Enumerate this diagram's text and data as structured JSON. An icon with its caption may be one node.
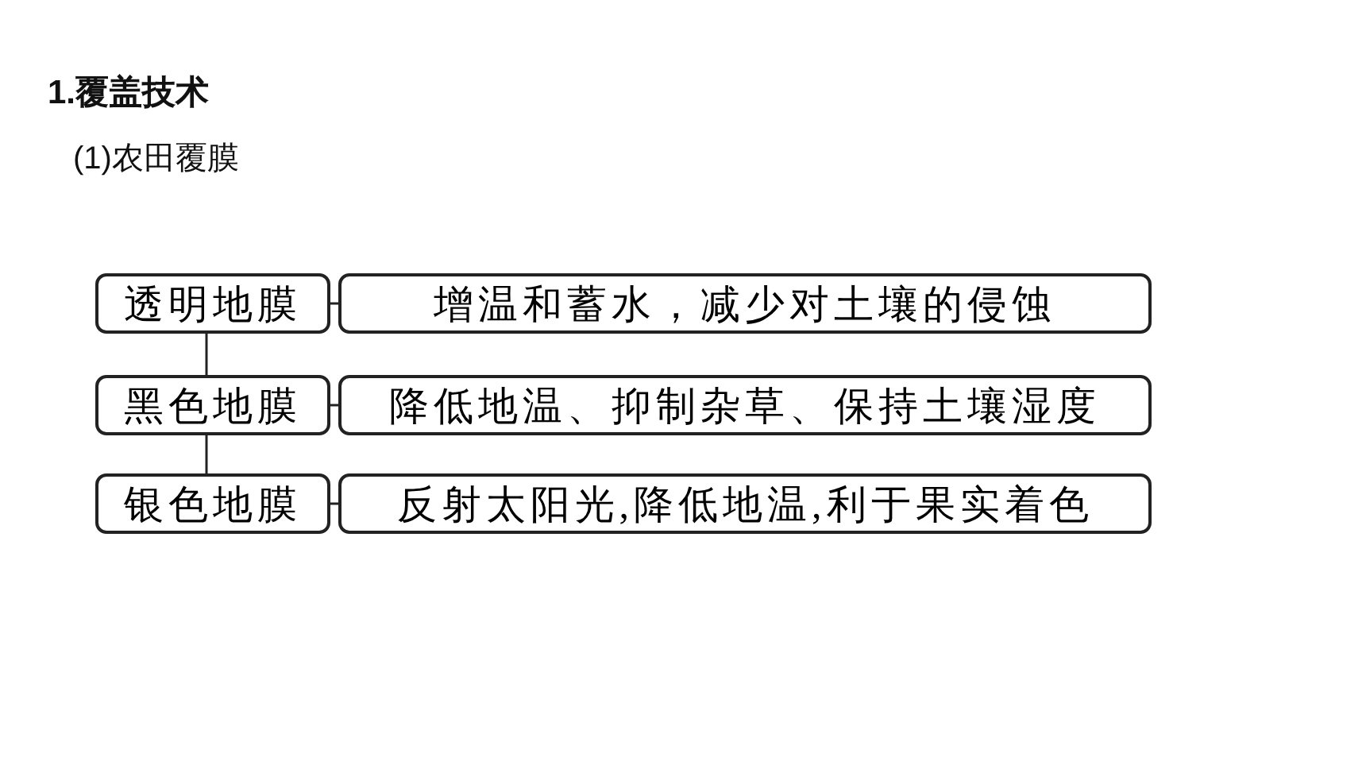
{
  "diagram": {
    "title": "1.覆盖技术",
    "nodes": [
      {
        "text": [
          "透明地膜"
        ]
      },
      {
        "text": [
          "增温和蓄水，减少对土壤的侵蚀"
        ]
      },
      {
        "text": [
          "黑色地膜"
        ]
      },
      {
        "text": [
          "降低地温、抑制杂草、保持土壤湿度"
        ]
      },
      {
        "text": [
          "银色地膜"
        ]
      },
      {
        "text": [
          "反射太阳光,降低地温,利于果实着色"
        ]
      }
    ],
    "edges": [
      {
        "from": 0,
        "to": 1,
        "arrow": "none"
      },
      {
        "from": 0,
        "to": 2,
        "arrow": "none"
      },
      {
        "from": 2,
        "to": 3,
        "arrow": "none"
      },
      {
        "from": 2,
        "to": 4,
        "arrow": "none"
      },
      {
        "from": 4,
        "to": 5,
        "arrow": "none"
      }
    ],
    "labels": [
      "(1)农田覆膜"
    ]
  }
}
